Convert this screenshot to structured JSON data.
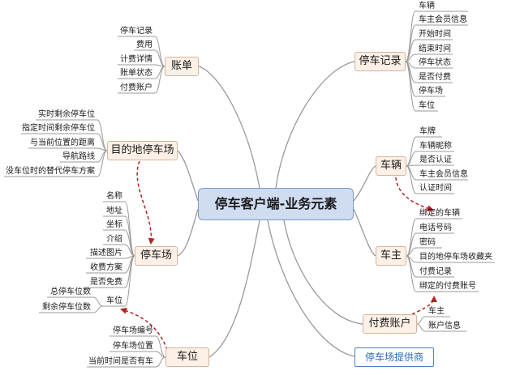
{
  "central": "停车客户端-业务元素",
  "nodes": {
    "parking_record": {
      "label": "停车记录",
      "items": [
        "车辆",
        "车主会员信息",
        "开始时间",
        "结束时间",
        "停车状态",
        "是否付费",
        "停车场",
        "车位"
      ]
    },
    "bill": {
      "label": "账单",
      "items": [
        "停车记录",
        "费用",
        "计费详情",
        "账单状态",
        "付费账户"
      ]
    },
    "destination": {
      "label": "目的地停车场",
      "items": [
        "实时剩余停车位",
        "指定时间剩余停车位",
        "与当前位置的距离",
        "导航路线",
        "没车位时的替代停车方案"
      ]
    },
    "vehicle": {
      "label": "车辆",
      "items": [
        "车牌",
        "车辆昵称",
        "是否认证",
        "车主会员信息",
        "认证时间"
      ]
    },
    "parking_lot": {
      "label": "停车场",
      "items": [
        "名称",
        "地址",
        "坐标",
        "介绍",
        "描述图片",
        "收费方案",
        "是否免费",
        "车位"
      ],
      "sub_items": [
        "总停车位数",
        "剩余停车位数"
      ]
    },
    "owner": {
      "label": "车主",
      "items": [
        "绑定的车辆",
        "电话号码",
        "密码",
        "目的地停车场收藏夹",
        "付费记录",
        "绑定的付费账号"
      ]
    },
    "payment_account": {
      "label": "付费账户",
      "items": [
        "车主",
        "账户信息"
      ]
    },
    "space": {
      "label": "车位",
      "items": [
        "停车场编号",
        "停车场位置",
        "当前时间是否有车"
      ]
    },
    "provider": {
      "label": "停车场提供商"
    }
  },
  "colors": {
    "central_fill": "#cfdcf1",
    "main_fill": "#fdf0e6",
    "branch_line": "#9a9a9a",
    "relation_arrow": "#b22222",
    "provider_text": "#2f67b3"
  }
}
